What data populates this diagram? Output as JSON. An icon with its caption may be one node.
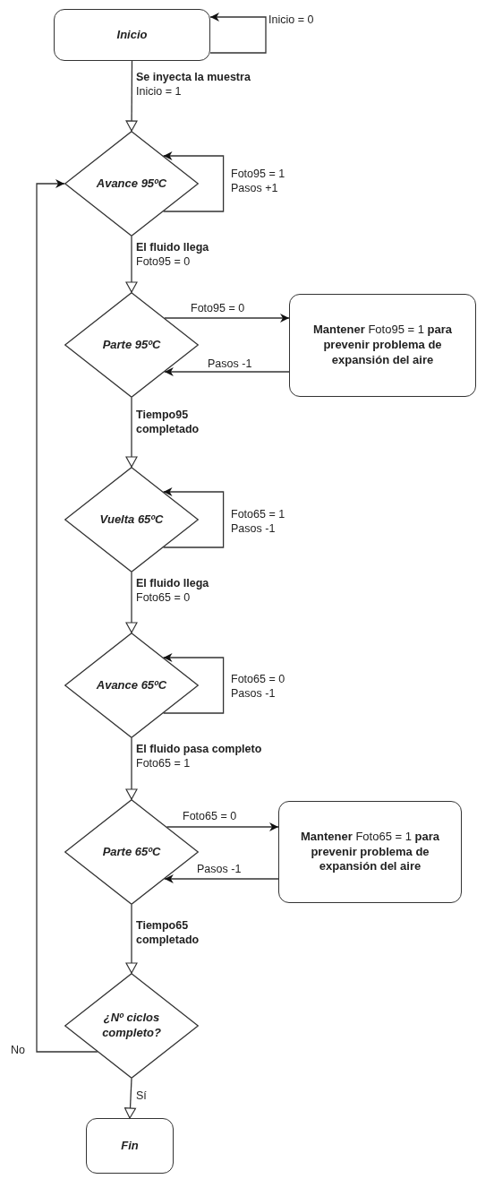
{
  "diagram": {
    "nodes": [
      {
        "text": [
          "Inicio"
        ]
      },
      {
        "text": [
          "Avance 95ºC"
        ]
      },
      {
        "text": [
          "Parte 95ºC"
        ]
      },
      {
        "text": [
          "**Mantener** Foto95 = 1 **para prevenir problema de expansión del aire**"
        ]
      },
      {
        "text": [
          "Vuelta 65ºC"
        ]
      },
      {
        "text": [
          "Avance 65ºC"
        ]
      },
      {
        "text": [
          "Parte 65ºC"
        ]
      },
      {
        "text": [
          "**Mantener** Foto65 = 1 **para prevenir problema de expansión del aire**"
        ]
      },
      {
        "text": [
          "¿Nº ciclos completo?"
        ]
      },
      {
        "text": [
          "Fin"
        ]
      }
    ],
    "edges": [
      {
        "from": 0,
        "to": 0,
        "arrow": "to",
        "label": "Inicio = 0"
      },
      {
        "from": 0,
        "to": 1,
        "arrow": "to",
        "label": "**Se inyecta la muestra** Inicio = 1"
      },
      {
        "from": 1,
        "to": 1,
        "arrow": "to",
        "label": "Foto95 = 1 Pasos +1"
      },
      {
        "from": 1,
        "to": 2,
        "arrow": "to",
        "label": "**El fluido llega** Foto95 = 0"
      },
      {
        "from": 2,
        "to": 3,
        "arrow": "to",
        "label": "Foto95 = 0"
      },
      {
        "from": 3,
        "to": 2,
        "arrow": "to",
        "label": "Pasos -1"
      },
      {
        "from": 2,
        "to": 4,
        "arrow": "to",
        "label": "Tiempo95 completado"
      },
      {
        "from": 4,
        "to": 4,
        "arrow": "to",
        "label": "Foto65 = 1 Pasos -1"
      },
      {
        "from": 4,
        "to": 5,
        "arrow": "to",
        "label": "**El fluido llega** Foto65 = 0"
      },
      {
        "from": 5,
        "to": 5,
        "arrow": "to",
        "label": "Foto65 = 0 Pasos -1"
      },
      {
        "from": 5,
        "to": 6,
        "arrow": "to",
        "label": "**El fluido pasa completo** Foto65 = 1"
      },
      {
        "from": 6,
        "to": 7,
        "arrow": "to",
        "label": "Foto65 = 0"
      },
      {
        "from": 7,
        "to": 6,
        "arrow": "to",
        "label": "Pasos -1"
      },
      {
        "from": 6,
        "to": 8,
        "arrow": "to",
        "label": "Tiempo65 completado"
      },
      {
        "from": 8,
        "to": 9,
        "arrow": "to",
        "label": "Sí"
      },
      {
        "from": 8,
        "to": 1,
        "arrow": "to",
        "label": "No"
      }
    ]
  }
}
